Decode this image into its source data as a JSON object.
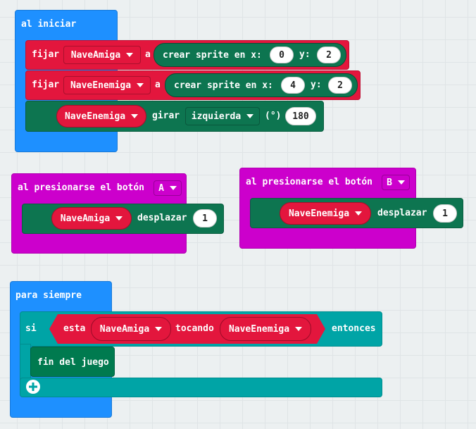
{
  "on_start": {
    "label": "al iniciar",
    "row1": {
      "set_label": "fijar",
      "var": "NaveAmiga",
      "a_label": "a",
      "create_label": "crear sprite en x:",
      "x": "0",
      "y_label": "y:",
      "y": "2"
    },
    "row2": {
      "set_label": "fijar",
      "var": "NaveEnemiga",
      "a_label": "a",
      "create_label": "crear sprite en x:",
      "x": "4",
      "y_label": "y:",
      "y": "2"
    },
    "row3": {
      "var": "NaveEnemiga",
      "turn_label": "girar",
      "direction": "izquierda",
      "degrees_label": "(°)",
      "degrees": "180"
    }
  },
  "button_a": {
    "label": "al presionarse el botón",
    "button": "A",
    "var": "NaveAmiga",
    "move_label": "desplazar",
    "amount": "1"
  },
  "button_b": {
    "label": "al presionarse el botón",
    "button": "B",
    "var": "NaveEnemiga",
    "move_label": "desplazar",
    "amount": "1"
  },
  "forever": {
    "label": "para siempre",
    "if_label": "si",
    "is_label": "esta",
    "var1": "NaveAmiga",
    "touching_label": "tocando",
    "var2": "NaveEnemiga",
    "then_label": "entonces",
    "game_over_label": "fin del juego"
  },
  "colors": {
    "events": "#1e90ff",
    "input": "#cc00cc",
    "logic": "#00a4a6",
    "variables": "#e3163d",
    "game": "#007a4f",
    "workspace": "#ecf0f1"
  }
}
